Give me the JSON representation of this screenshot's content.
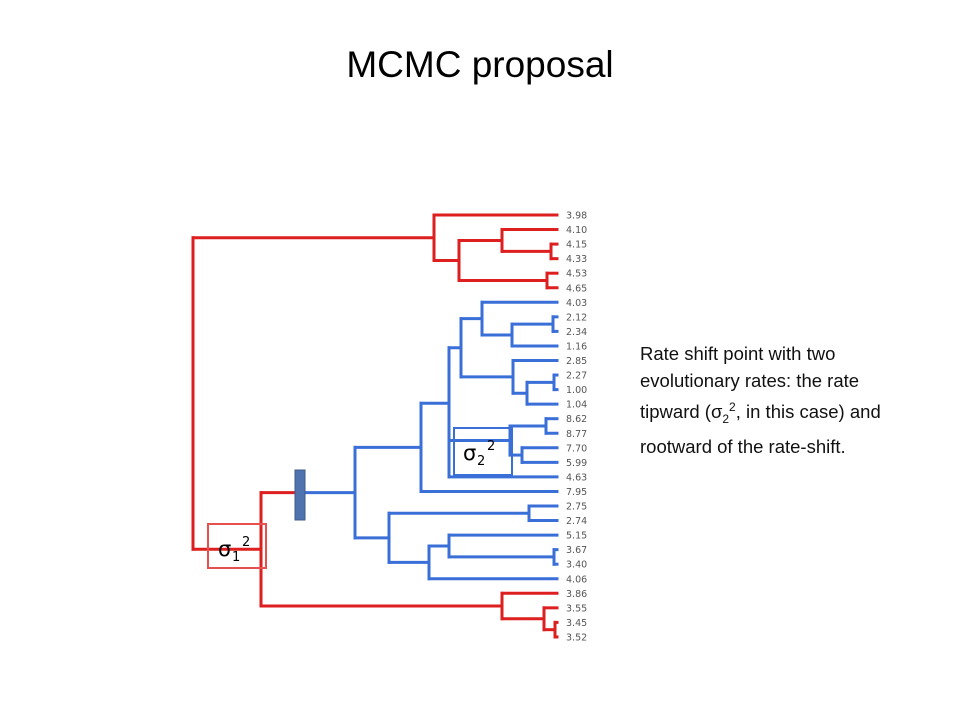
{
  "title": "MCMC proposal",
  "caption_parts": {
    "a": "Rate shift point with two evolutionary rates: the rate tipward (σ",
    "a_sub": "2",
    "a_sup": "2",
    "b": ", in this case) and rootward of the rate-shift."
  },
  "sigma1": {
    "base": "σ",
    "sub": "1",
    "sup": "2"
  },
  "sigma2": {
    "base": "σ",
    "sub": "2",
    "sup": "2"
  },
  "colors": {
    "rootward": "#dd1f1f",
    "tipward": "#3a6fd8",
    "shift_marker": "#4f73ae",
    "sigma1_box": "#e85050",
    "sigma2_box": "#3a6fd8"
  },
  "leaves": [
    "3.98",
    "4.10",
    "4.15",
    "4.33",
    "4.53",
    "4.65",
    "4.03",
    "2.12",
    "2.34",
    "1.16",
    "2.85",
    "2.27",
    "1.00",
    "1.04",
    "8.62",
    "8.77",
    "7.70",
    "5.99",
    "4.63",
    "7.95",
    "2.75",
    "2.74",
    "5.15",
    "3.67",
    "3.40",
    "4.06",
    "3.86",
    "3.55",
    "3.45",
    "3.52"
  ]
}
